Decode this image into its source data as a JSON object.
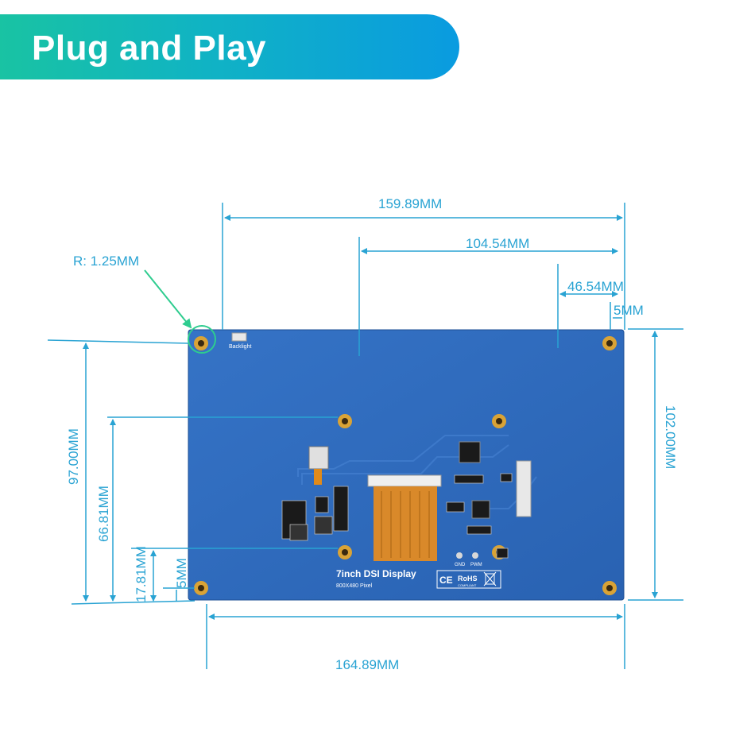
{
  "banner": {
    "title": "Plug and Play"
  },
  "dimensions": {
    "overall_width": "159.89MM",
    "hole_to_edge_a": "104.54MM",
    "hole_to_edge_b": "46.54MM",
    "edge_offset_top": "5MM",
    "corner_radius": "R: 1.25MM",
    "left_height": "97.00MM",
    "mid_height": "66.81MM",
    "low_height": "17.81MM",
    "edge_offset_bottom": "5MM",
    "right_height": "102.00MM",
    "bottom_width": "164.89MM"
  },
  "board": {
    "title": "7inch DSI Display",
    "resolution": "800X480 Pixel",
    "backlight_label": "Backlight",
    "gnd_label": "GND",
    "pwm_label": "PWM",
    "cert_ce": "CE",
    "cert_rohs": "RoHS",
    "cert_rohs_sub": "COMPLIANT"
  },
  "colors": {
    "board": "#2f6cbf",
    "dimension_lines": "#29a3d3",
    "arrow": "#2ecc8f",
    "fpc": "#d9892a"
  }
}
